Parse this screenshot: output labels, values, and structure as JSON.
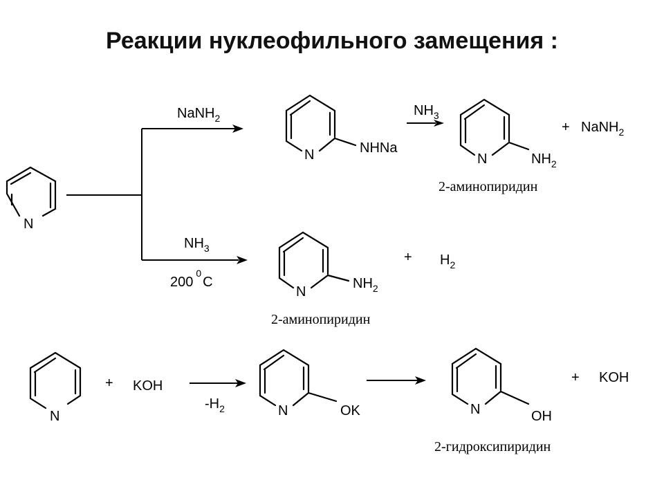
{
  "title": "Реакции нуклеофильного замещения :",
  "atoms": {
    "n": "N"
  },
  "labels": {
    "nhna": "NHNa",
    "nh2_main": "NH",
    "nh2_sub": "2",
    "ok": "OK",
    "oh": "OH"
  },
  "reagents": {
    "nanh2_main": "NaNH",
    "nanh2_sub": "2",
    "nh3_main": "NH",
    "nh3_sub": "3",
    "temp_num": "200",
    "temp_deg": "0",
    "temp_unit": "C",
    "koh": "KOH",
    "minus_h2_main": "-H",
    "minus_h2_sub": "2",
    "h2_main": "H",
    "h2_sub": "2",
    "plus": "+"
  },
  "captions": {
    "aminopyridine": "2-аминопиридин",
    "hydroxypyridine": "2-гидроксипиридин"
  }
}
